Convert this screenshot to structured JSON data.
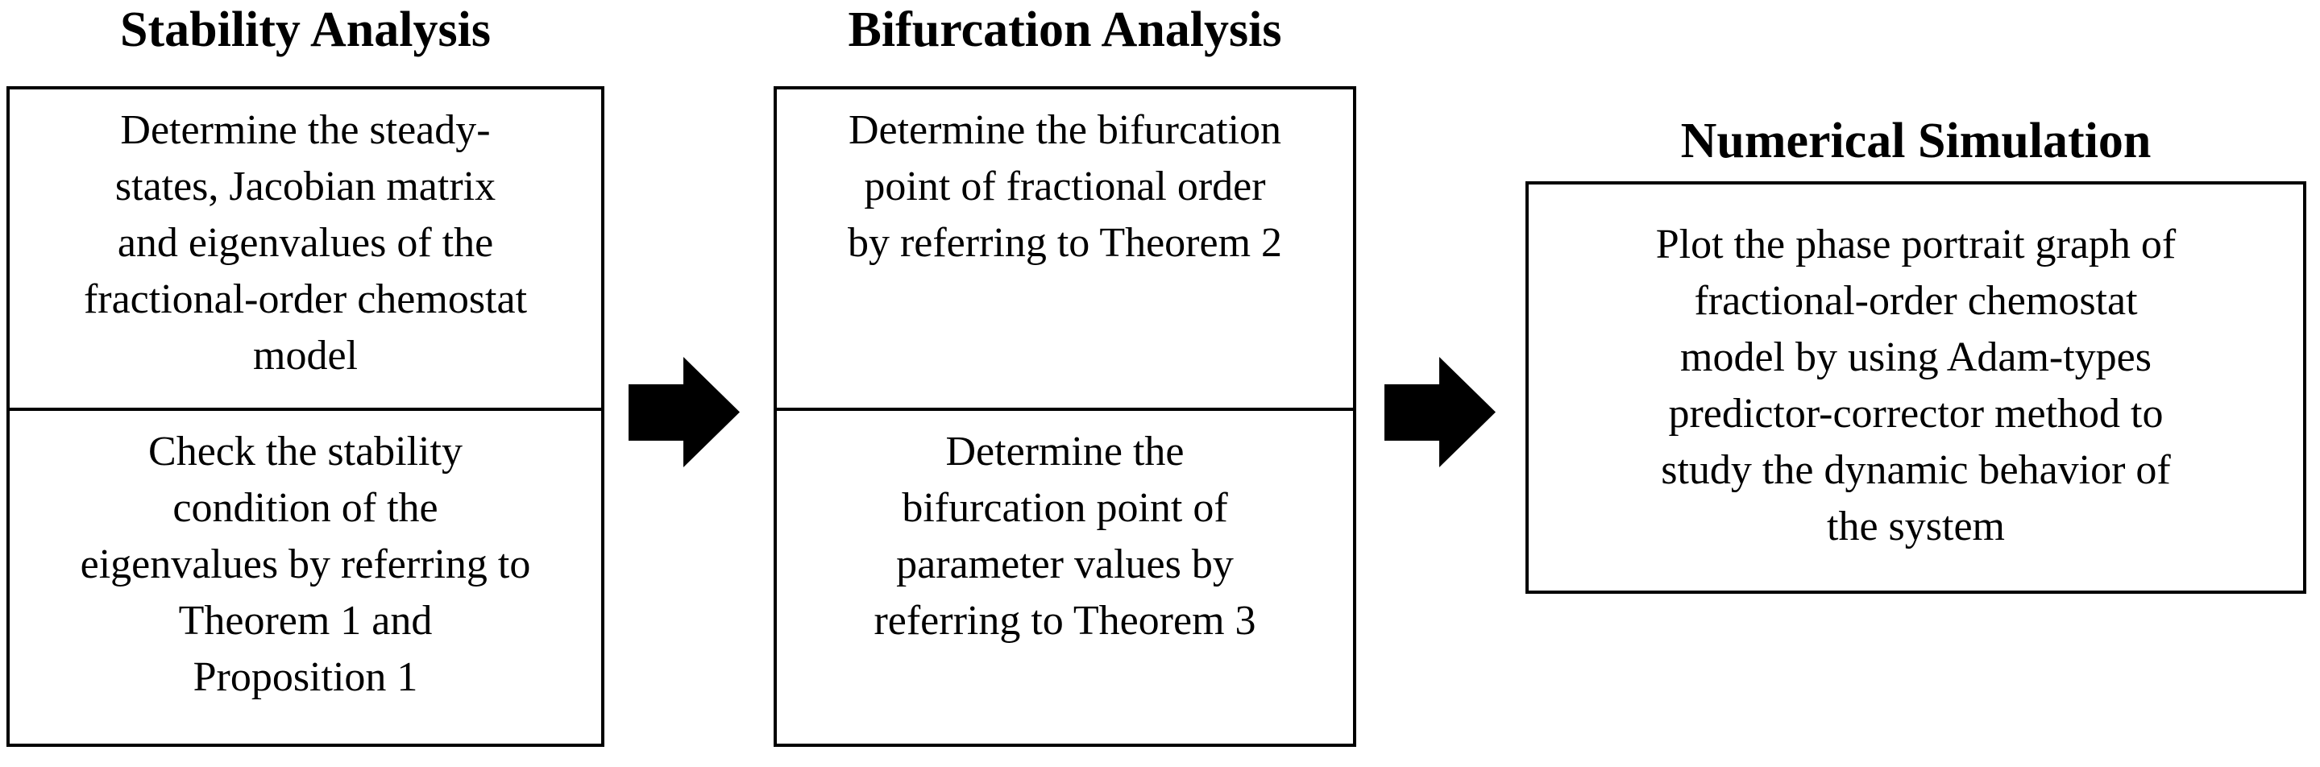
{
  "diagram": {
    "kind": "flowchart",
    "columns": [
      {
        "title": "Stability Analysis",
        "cells": [
          "Determine the steady-\nstates, Jacobian matrix\nand eigenvalues of the\nfractional-order chemostat\nmodel",
          "Check the stability\ncondition of the\neigenvalues by referring to\nTheorem 1 and\nProposition 1"
        ]
      },
      {
        "title": "Bifurcation Analysis",
        "cells": [
          "Determine the bifurcation\npoint of fractional order\nby referring to Theorem 2",
          "Determine the\nbifurcation point of\nparameter values by\nreferring to Theorem 3"
        ]
      },
      {
        "title": "Numerical Simulation",
        "cells": [
          "Plot the phase portrait graph of\nfractional-order chemostat\nmodel by using Adam-types\npredictor-corrector method to\nstudy the dynamic behavior of\nthe system"
        ]
      }
    ],
    "arrows": [
      {
        "glyph": "right-block-arrow"
      },
      {
        "glyph": "right-block-arrow"
      }
    ],
    "colors": {
      "ink": "#000000",
      "background": "#ffffff"
    }
  }
}
